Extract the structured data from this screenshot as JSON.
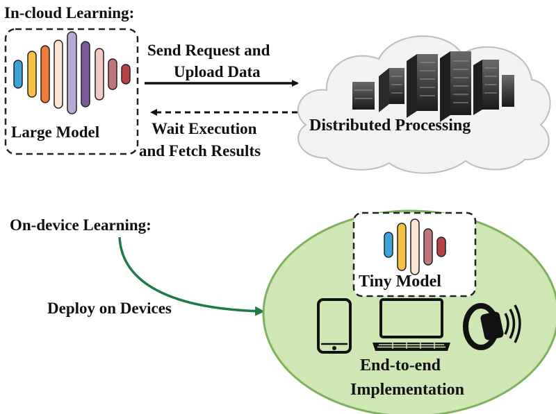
{
  "sections": {
    "cloud_title": "In-cloud Learning:",
    "device_title": "On-device Learning:"
  },
  "cloud": {
    "model_label": "Large Model",
    "send_line1": "Send Request and",
    "send_line2": "Upload Data",
    "wait_line1": "Wait Execution",
    "wait_line2": "and Fetch Results",
    "processing_label": "Distributed Processing"
  },
  "device": {
    "deploy_label": "Deploy on Devices",
    "model_label": "Tiny Model",
    "impl_line1": "End-to-end",
    "impl_line2": "Implementation"
  },
  "colors": {
    "bar_blue": "#3ba3d6",
    "bar_yellow": "#f6c244",
    "bar_orange": "#ee7d3a",
    "bar_lavender": "#b9a9d3",
    "bar_purple": "#7c5a9c",
    "bar_pink": "#f2c9c4",
    "bar_rose": "#c0757a",
    "bar_red": "#b74246",
    "cloud_fill": "#f2f2f2",
    "ellipse_fill": "#cfe6b5",
    "ellipse_stroke": "#7db25c",
    "green_arrow": "#1f7a4a"
  },
  "icons": [
    "phone-icon",
    "laptop-icon",
    "smartwatch-icon",
    "server-rack-icon"
  ]
}
